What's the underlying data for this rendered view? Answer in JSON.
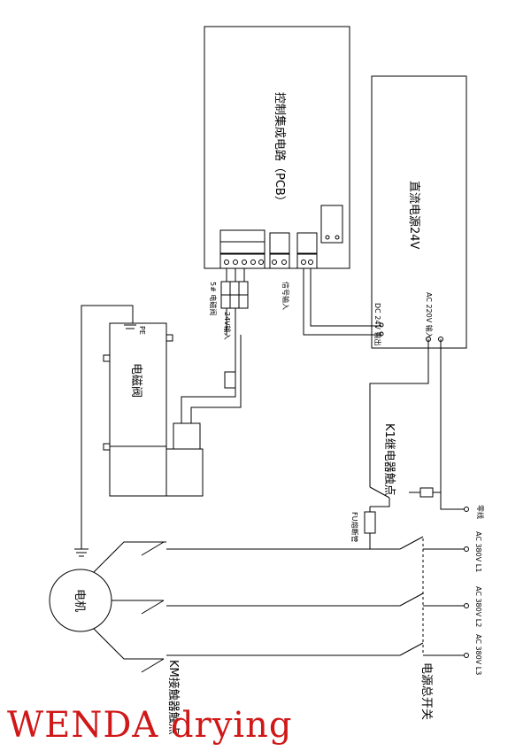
{
  "pcb": {
    "title": "控制集成电路（PCB）"
  },
  "power_supply": {
    "title": "直流电源24V",
    "dc_out": "DC 24V 输出",
    "ac_in": "AC 220V 输入"
  },
  "solenoid": {
    "label": "电磁阀",
    "pe": "PE"
  },
  "motor": {
    "label": "电机"
  },
  "relay": {
    "label": "K1继电器触点",
    "fuse": "FU熔断管"
  },
  "contactor": {
    "label": "KM接触器触点"
  },
  "main_switch": {
    "label": "电源总开关"
  },
  "neutral": {
    "label": "零线"
  },
  "phases": [
    {
      "label": "AC 380V L1"
    },
    {
      "label": "AC 380V L2"
    },
    {
      "label": "AC 380V L3"
    }
  ],
  "terminal_notes": [
    "5#  电磁阀",
    "24V输入",
    "信号输入"
  ],
  "watermark": "WENDA drying"
}
